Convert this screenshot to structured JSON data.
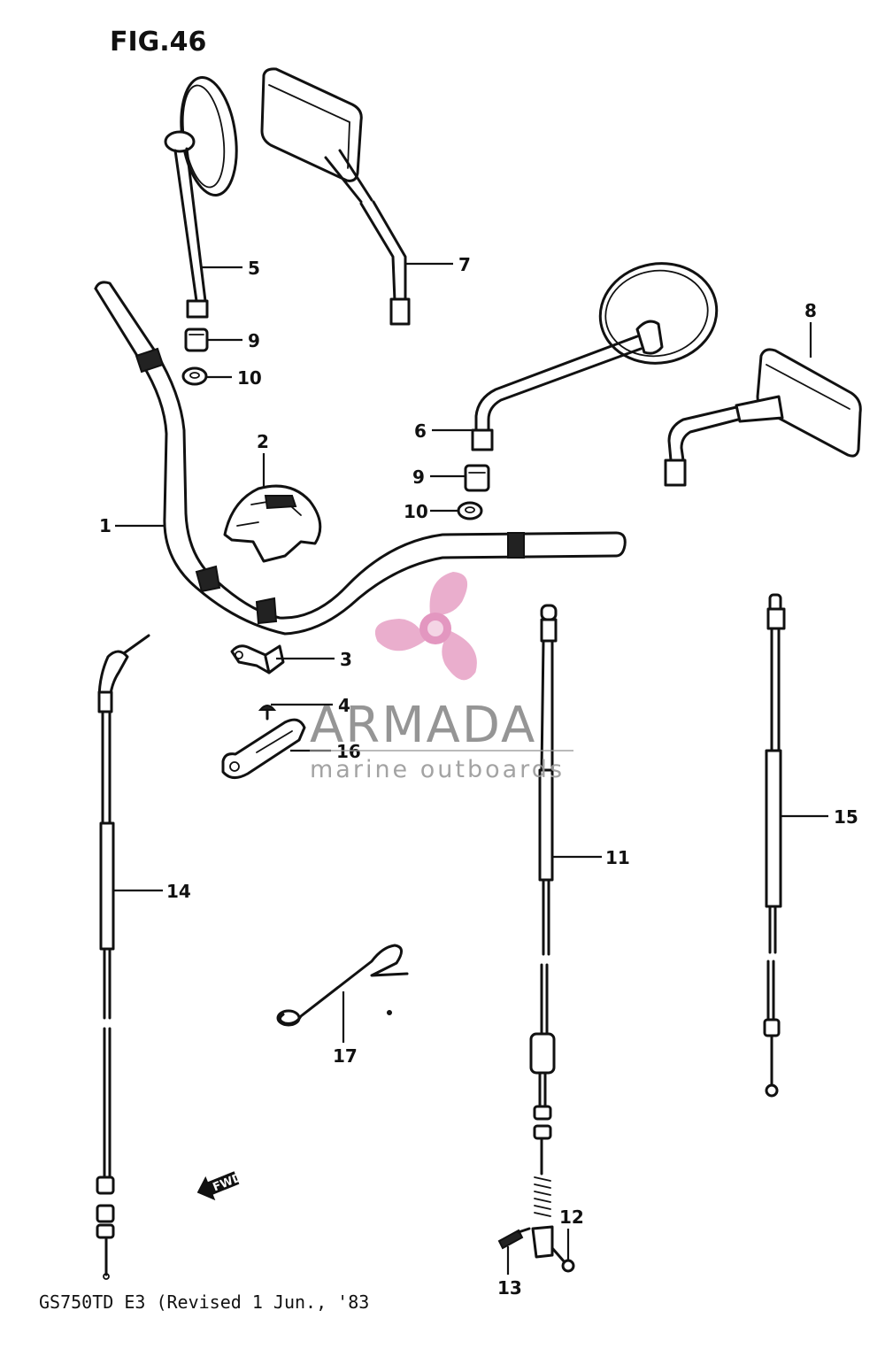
{
  "figure": {
    "title": "FIG.46",
    "footer": "GS750TD E3 (Revised 1 Jun., '83"
  },
  "watermark": {
    "brand": "ARMADA",
    "tagline": "marine outboards",
    "logo_icon": "propeller-icon",
    "color": "#e8a6c8"
  },
  "direction_marker": {
    "label": "FWD",
    "icon": "arrow-left-icon"
  },
  "callouts": [
    {
      "id": "1",
      "label": "1"
    },
    {
      "id": "2",
      "label": "2"
    },
    {
      "id": "3",
      "label": "3"
    },
    {
      "id": "4",
      "label": "4"
    },
    {
      "id": "5",
      "label": "5"
    },
    {
      "id": "6",
      "label": "6"
    },
    {
      "id": "7",
      "label": "7"
    },
    {
      "id": "8",
      "label": "8"
    },
    {
      "id": "9a",
      "label": "9"
    },
    {
      "id": "9b",
      "label": "9"
    },
    {
      "id": "10a",
      "label": "10"
    },
    {
      "id": "10b",
      "label": "10"
    },
    {
      "id": "11",
      "label": "11"
    },
    {
      "id": "12",
      "label": "12"
    },
    {
      "id": "13",
      "label": "13"
    },
    {
      "id": "14",
      "label": "14"
    },
    {
      "id": "15",
      "label": "15"
    },
    {
      "id": "16",
      "label": "16"
    },
    {
      "id": "17",
      "label": "17"
    }
  ]
}
